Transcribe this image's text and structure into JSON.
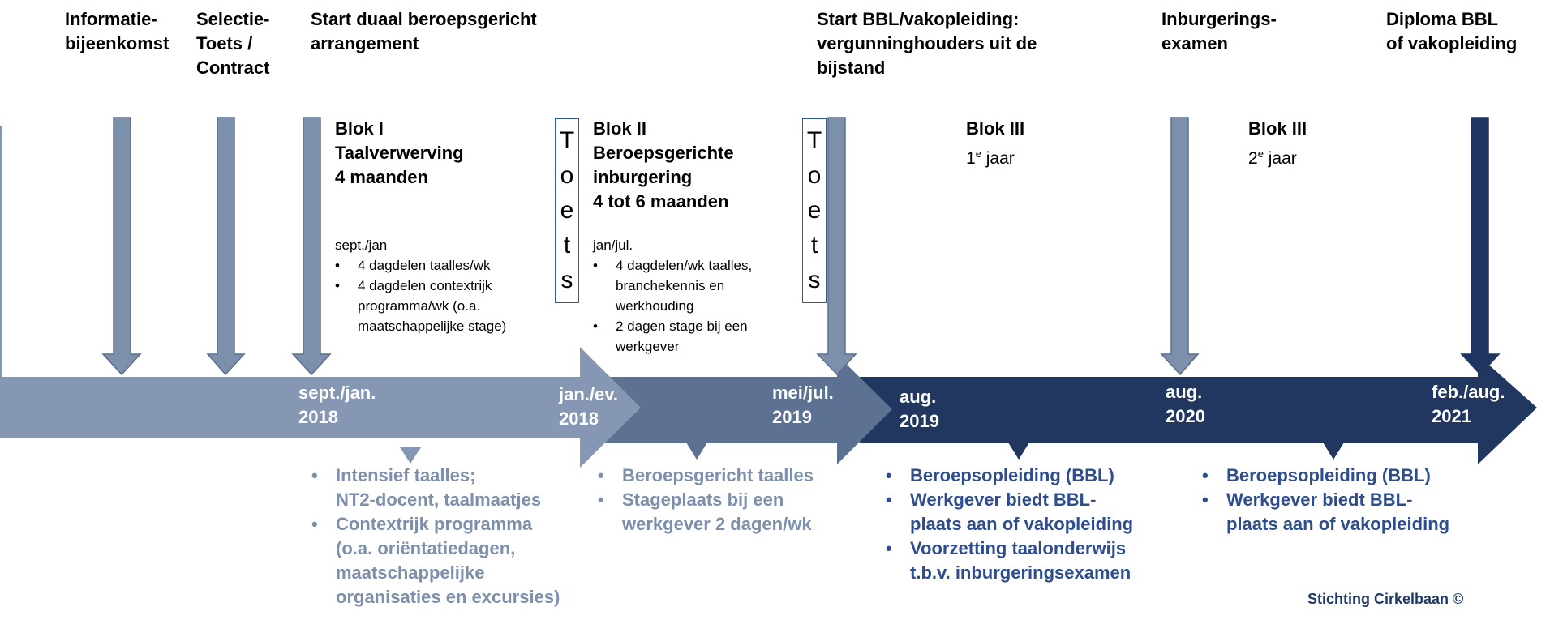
{
  "colors": {
    "band_light": "#8597b2",
    "band_mid": "#5d7192",
    "band_dark": "#213760",
    "arrow_light": "#7d90ab",
    "arrow_dark": "#1f3560",
    "text_grey": "#7d8fab",
    "text_blue": "#2e4d8e"
  },
  "milestones": [
    "Informatie-\nbijeenkomst",
    "Selectie-\nToets /\nContract",
    "Start duaal beroepsgericht\narrangement",
    "Start BBL/vakopleiding:\nvergunninghouders uit de\nbijstand",
    "Inburgerings-\nexamen",
    "Diploma BBL\nof vakopleiding"
  ],
  "blok1": {
    "title": "Blok I\nTaalverwerving\n4 maanden",
    "period": "sept./jan",
    "items": [
      "4 dagdelen taalles/wk",
      "4 dagdelen contextrijk programma/wk (o.a. maatschappelijke stage)"
    ]
  },
  "blok2": {
    "title": "Blok II\nBeroepsgerichte\ninburgering\n4 tot 6 maanden",
    "period": "jan/jul.",
    "items": [
      "4 dagdelen/wk taalles, branchekennis en werkhouding",
      "2 dagen stage bij een werkgever"
    ]
  },
  "blok3a": {
    "title": "Blok III",
    "year_num": "1",
    "year_sup": "e",
    "year_rest": " jaar"
  },
  "blok3b": {
    "title": "Blok III",
    "year_num": "2",
    "year_sup": "e",
    "year_rest": " jaar"
  },
  "toets_letters": [
    "T",
    "o",
    "e",
    "t",
    "s"
  ],
  "dates": [
    "sept./jan.\n2018",
    "jan./ev.\n2018",
    "mei/jul.\n2019",
    "aug.\n2019",
    "aug.\n2020",
    "feb./aug.\n2021"
  ],
  "info1": [
    "Intensief taalles;\nNT2-docent, taalmaatjes",
    "Contextrijk programma\n(o.a. oriëntatiedagen,\nmaatschappelijke\norganisaties en excursies)"
  ],
  "info2": [
    "Beroepsgericht taalles",
    "Stageplaats bij een\nwerkgever 2 dagen/wk"
  ],
  "info3": [
    "Beroepsopleiding (BBL)",
    "Werkgever biedt BBL-\nplaats aan of vakopleiding",
    "Voorzetting taalonderwijs\nt.b.v. inburgeringsexamen"
  ],
  "info4": [
    "Beroepsopleiding (BBL)",
    "Werkgever biedt BBL-\nplaats aan of vakopleiding"
  ],
  "credit": "Stichting Cirkelbaan ©"
}
